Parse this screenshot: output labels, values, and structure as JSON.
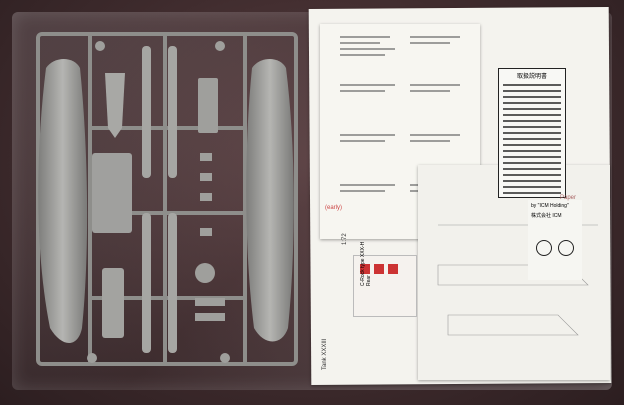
{
  "photo": {
    "subject": "",
    "colors": {
      "background": "#3e2a2c",
      "plastic": "#9d9d9b",
      "paper": "#f4f3ee",
      "accent_red": "#c44444"
    }
  },
  "instruction_sheet": {
    "stamp_text": "(early)",
    "side_label": "Paper",
    "vertical_title": "Tank XXXIII",
    "scale_label": "1:72",
    "decal_title": "C-Rock type XXX-H Rear",
    "jp_heading": "取扱説明書",
    "jp_brand": "by \"ICM Holding\"",
    "jp_note": "株式会社 ICM"
  }
}
